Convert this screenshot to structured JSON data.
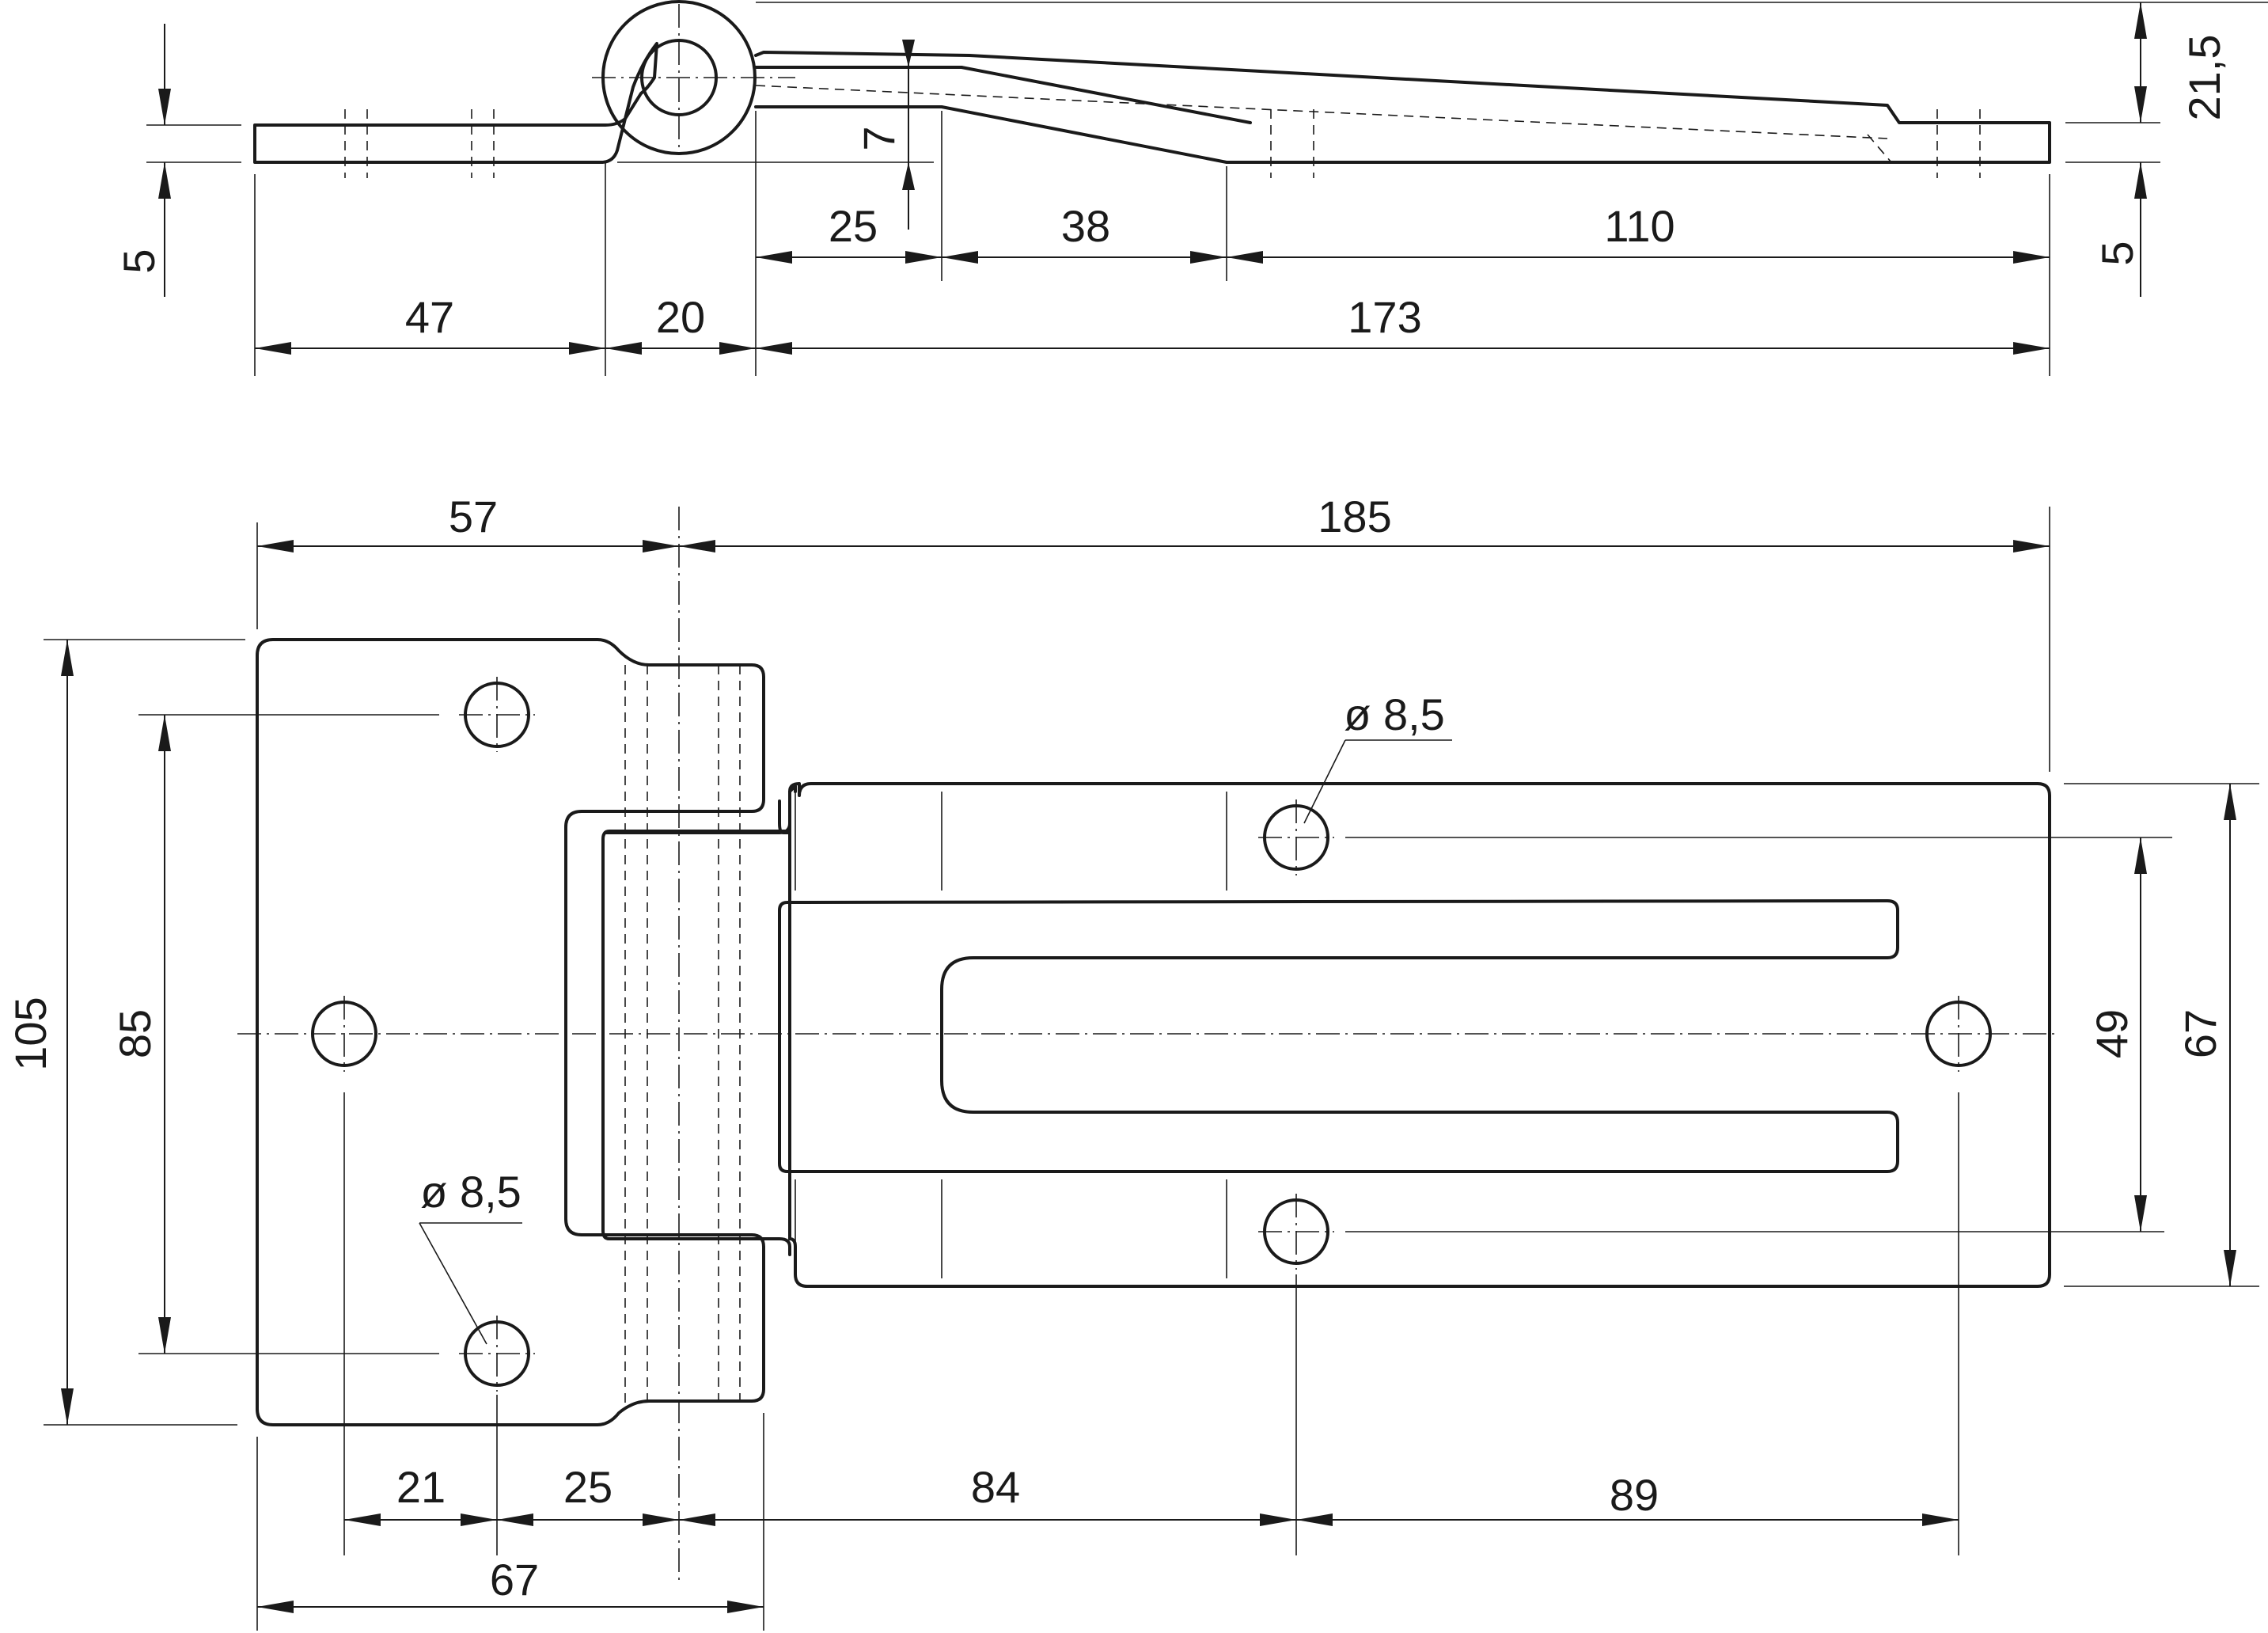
{
  "side_view": {
    "dims": {
      "plate_thickness_left": "5",
      "hinge_height": "21,5",
      "plate_thickness_right": "5",
      "leaf_offset": "7",
      "length_47": "47",
      "length_20": "20",
      "length_173": "173",
      "length_25": "25",
      "length_38": "38",
      "length_110": "110"
    }
  },
  "top_view": {
    "dims": {
      "width_57": "57",
      "width_185": "185",
      "height_105": "105",
      "height_85": "85",
      "height_49": "49",
      "height_67": "67",
      "spacing_21": "21",
      "spacing_25": "25",
      "spacing_84": "84",
      "spacing_89": "89",
      "width_67": "67",
      "hole_dia_right": "ø 8,5",
      "hole_dia_left": "ø 8,5"
    }
  }
}
